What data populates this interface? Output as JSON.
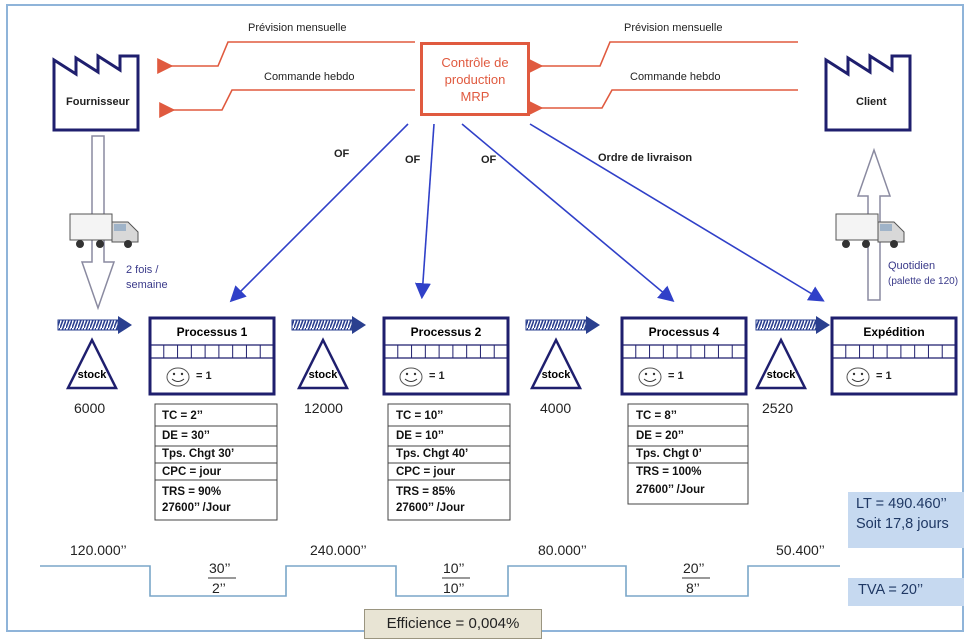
{
  "control": {
    "line1": "Contrôle de",
    "line2": "production",
    "line3": "MRP"
  },
  "flows": {
    "left_forecast": "Prévision mensuelle",
    "left_order": "Commande hebdo",
    "right_forecast": "Prévision mensuelle",
    "right_order": "Commande hebdo",
    "of1": "OF",
    "of2": "OF",
    "of3": "OF",
    "delivery": "Ordre de livraison"
  },
  "supplier": {
    "label": "Fournisseur",
    "frequency_line1": "2 fois /",
    "frequency_line2": "semaine"
  },
  "client": {
    "label": "Client",
    "frequency_line1": "Quotidien",
    "frequency_line2": "(palette de 120)"
  },
  "stocks": [
    {
      "label": "stock",
      "qty": "6000"
    },
    {
      "label": "stock",
      "qty": "12000"
    },
    {
      "label": "stock",
      "qty": "4000"
    },
    {
      "label": "stock",
      "qty": "2520"
    }
  ],
  "processes": [
    {
      "title": "Processus 1",
      "operators": "= 1"
    },
    {
      "title": "Processus 2",
      "operators": "= 1"
    },
    {
      "title": "Processus 4",
      "operators": "= 1"
    },
    {
      "title": "Expédition",
      "operators": "= 1"
    }
  ],
  "data_boxes": [
    [
      "TC = 2’’",
      "DE = 30’’",
      "Tps. Chgt 30’",
      "CPC = jour",
      "TRS = 90%",
      "27600’’ /Jour"
    ],
    [
      "TC = 10’’",
      "DE = 10’’",
      "Tps. Chgt 40’",
      "CPC = jour",
      "TRS = 85%",
      "27600’’ /Jour"
    ],
    [
      "TC = 8’’",
      "DE = 20’’",
      "Tps. Chgt 0’",
      "TRS = 100%",
      "27600’’ /Jour"
    ]
  ],
  "timeline": {
    "waits": [
      "120.000’’",
      "240.000’’",
      "80.000’’",
      "50.400’’"
    ],
    "steps": [
      {
        "top": "30’’",
        "bottom": "2’’"
      },
      {
        "top": "10’’",
        "bottom": "10’’"
      },
      {
        "top": "20’’",
        "bottom": "8’’"
      }
    ]
  },
  "summary": {
    "lt_line1": "LT = 490.460’’",
    "lt_line2": "Soit 17,8 jours",
    "tva": "TVA = 20’’",
    "efficiency": "Efficience = 0,004%"
  },
  "colors": {
    "navy": "#1f1f6e",
    "control_red": "#e05a3f",
    "arrow_blue": "#3040c8",
    "timeline": "#7aa6c8"
  }
}
